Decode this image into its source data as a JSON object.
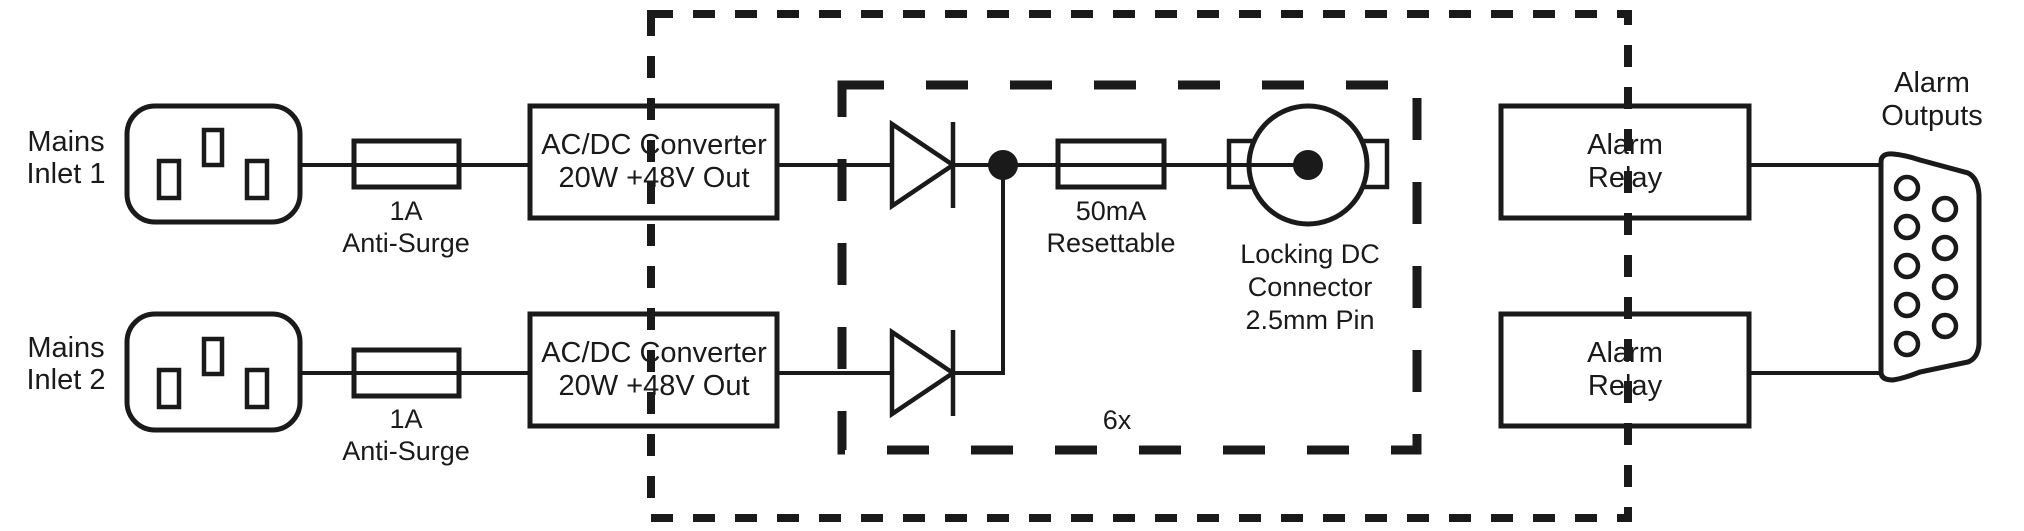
{
  "diagram": {
    "title": "Power supply and alarm block diagram",
    "inlets": [
      {
        "label_line1": "Mains",
        "label_line2": "Inlet 1"
      },
      {
        "label_line1": "Mains",
        "label_line2": "Inlet 2"
      }
    ],
    "fuses": [
      {
        "rating": "1A",
        "type": "Anti-Surge"
      },
      {
        "rating": "1A",
        "type": "Anti-Surge"
      }
    ],
    "converters": [
      {
        "line1": "AC/DC Converter",
        "line2": "20W +48V Out"
      },
      {
        "line1": "AC/DC Converter",
        "line2": "20W +48V Out"
      }
    ],
    "output_channel": {
      "fuse_rating": "50mA",
      "fuse_type": "Resettable",
      "connector_line1": "Locking DC",
      "connector_line2": "Connector",
      "connector_line3": "2.5mm Pin",
      "multiplier": "6x"
    },
    "relays": [
      {
        "line1": "Alarm",
        "line2": "Relay"
      },
      {
        "line1": "Alarm",
        "line2": "Relay"
      }
    ],
    "alarm_outputs": {
      "line1": "Alarm",
      "line2": "Outputs",
      "pin_count": 9
    },
    "colors": {
      "ink": "#1a1a1a",
      "background": "#ffffff"
    }
  }
}
